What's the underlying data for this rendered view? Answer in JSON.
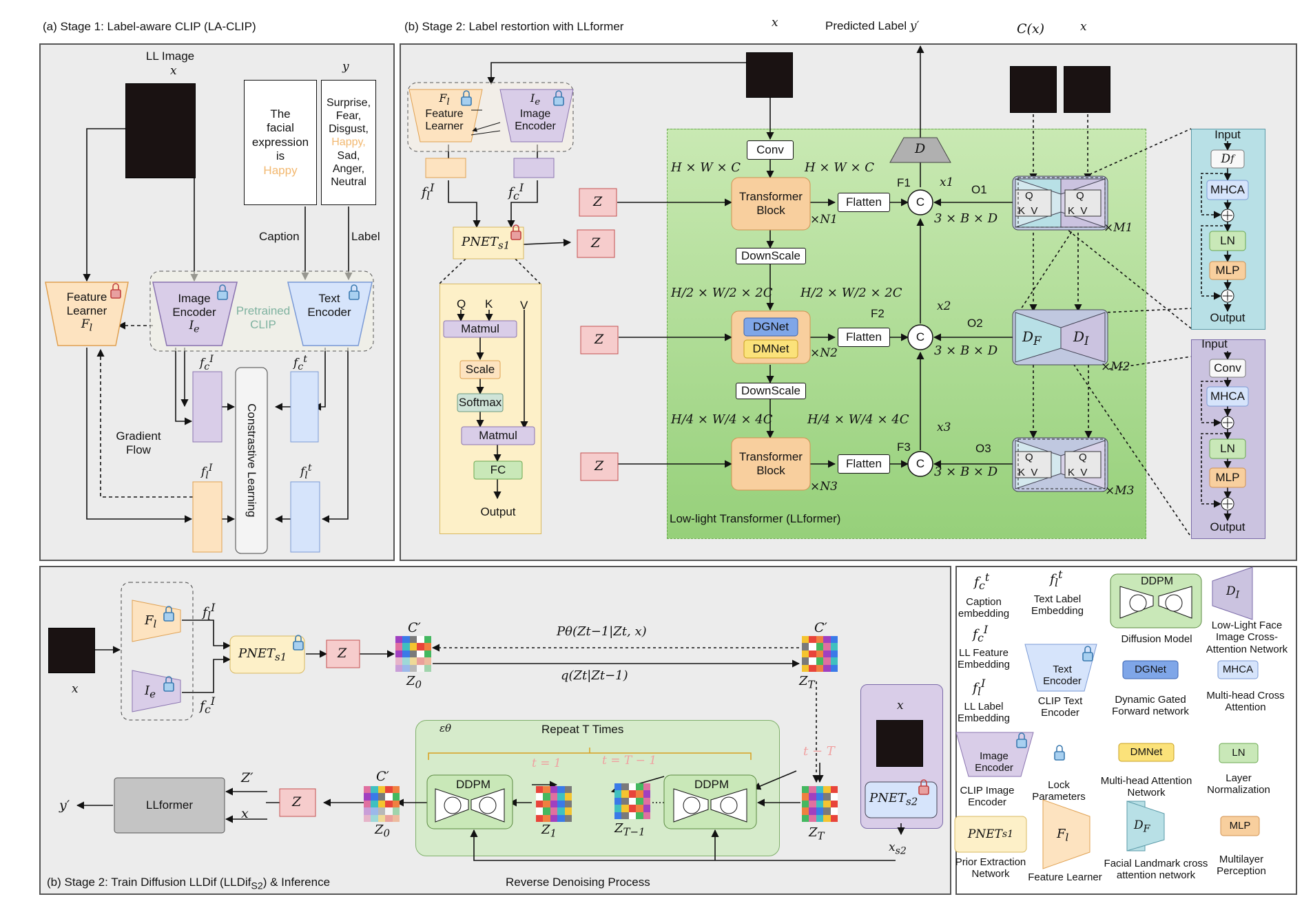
{
  "colors": {
    "feature_orange": "#fde3c0",
    "feature_orange_border": "#e0a050",
    "image_purple": "#d9cde8",
    "image_purple_border": "#8a74b0",
    "text_blue": "#d6e4fb",
    "text_blue_border": "#7a9ad6",
    "pink_z": "#f6cccc",
    "pink_z_border": "#c45050",
    "llformer_green": "#a8d88a",
    "transformer_orange": "#f8cf9e",
    "pnet_yellow": "#fdf0c8",
    "cyan_panel": "#b8e0e6",
    "lavender_panel": "#cbc3e0",
    "happy": "#f2b870",
    "pretrained": "#7fb2a0",
    "timestep": "#f0a0a0"
  },
  "icons": [
    "lock-icon",
    "arrow-icon",
    "concat-circle-icon",
    "plus-circle-icon",
    "hourglass-icon"
  ],
  "panel_a": {
    "title": "(a) Stage 1: Label-aware CLIP (LA-CLIP)",
    "ll_image_label": "LL Image",
    "x": "x",
    "caption_text": [
      "The",
      "facial",
      "expression",
      "is",
      "Happy"
    ],
    "y": "y",
    "label_list": [
      "Surprise,",
      "Fear,",
      "Disgust,",
      "Happy,",
      "Sad,",
      "Anger,",
      "Neutral"
    ],
    "caption_label": "Caption",
    "label_label": "Label",
    "feature_learner": [
      "Feature",
      "Learner",
      "F",
      "l"
    ],
    "image_encoder": [
      "Image",
      "Encoder",
      "I",
      "e"
    ],
    "pretrained_clip": [
      "Pretrained",
      "CLIP"
    ],
    "text_encoder": [
      "Text",
      "Encoder"
    ],
    "fc_I": "f",
    "fc_t": "f",
    "fl_I": "f",
    "fl_t": "f",
    "gradient_flow": [
      "Gradient",
      "Flow"
    ],
    "contrastive": "Constrastive Learning"
  },
  "panel_b": {
    "title": "(b) Stage 2: Label restortion with LLformer",
    "x_top": "x",
    "predicted_label": "Predicted Label",
    "y_prime": "y′",
    "cx": "C(x)",
    "x_right": "x",
    "fl_box": [
      "F",
      "l",
      "Feature",
      "Learner"
    ],
    "ie_box": [
      "I",
      "e",
      "Image",
      "Encoder"
    ],
    "fl_I": "f",
    "fc_I": "f",
    "pnet": "PNET",
    "pnet_sub": "s1",
    "z": "Z",
    "matmul": "Matmul",
    "q": "Q",
    "k": "K",
    "v": "V",
    "scale": "Scale",
    "softmax": "Softmax",
    "matmul2": "Matmul",
    "fc": "FC",
    "output": "Output",
    "conv": "Conv",
    "hwc_left": "H × W × C",
    "hwc_right": "H × W × C",
    "transformer_block": [
      "Transformer",
      "Block"
    ],
    "flatten": "Flatten",
    "concat": "C",
    "F1": "F1",
    "F2": "F2",
    "F3": "F3",
    "x1": "x1",
    "x2": "x2",
    "x3": "x3",
    "O1": "O1",
    "O2": "O2",
    "O3": "O3",
    "bd": "3 × B × D",
    "N1": "×N1",
    "N2": "×N2",
    "N3": "×N3",
    "M1": "×M1",
    "M2": "×M2",
    "M3": "×M3",
    "downscale": "DownScale",
    "h2": "H/2 × W/2 × 2C",
    "h4": "H/4 × W/4 × 4C",
    "dgnet": "DGNet",
    "dmnet": "DMNet",
    "D": "D",
    "DF": "D",
    "DF_sub": "F",
    "DI": "D",
    "DI_sub": "I",
    "llformer_label": "Low-light Transformer (LLformer)",
    "cyan_input": "Input",
    "cyan_df": "D",
    "cyan_df_sub": "f",
    "mhca": "MHCA",
    "ln": "LN",
    "mlp": "MLP",
    "cyan_output": "Output",
    "lav_input": "Input",
    "lav_conv": "Conv",
    "lav_output": "Output"
  },
  "panel_c": {
    "title": "(b) Stage 2: Train Diffusion  LLDif (LLDif",
    "title_sub": "S2",
    "title_end": ") & Inference",
    "x": "x",
    "Fl": "F",
    "Fl_sub": "l",
    "Ie": "I",
    "Ie_sub": "e",
    "flI": "f",
    "fcI": "f",
    "pnet": "PNET",
    "pnet_sub": "s1",
    "z": "Z",
    "c_prime": "C′",
    "z0": "Z",
    "z0_sub": "0",
    "ptheta": "Pθ(Zt−1|Zt, x)",
    "q": "q(Zt|Zt−1)",
    "zT": "Z",
    "zT_sub": "T",
    "eps": "εθ",
    "repeat": "Repeat  T  Times",
    "t1": "t = 1",
    "tT1": "t = T − 1",
    "tT": "t − T",
    "ddpm": "DDPM",
    "z1": "Z",
    "z1_sub": "1",
    "zT1": "Z",
    "zT1_sub": "T−1",
    "llformer": "LLformer",
    "y_prime": "y′",
    "z_prime": "Z′",
    "x_in": "x",
    "reverse": "Reverse Denoising Process",
    "pnet_s2": "PNET",
    "pnet_s2_sub": "s2",
    "x_s2": "x",
    "x_s2_sub": "s2"
  },
  "legend": {
    "fct": "Caption embedding",
    "flt": "Text Label Embedding",
    "ddpm": "DDPM",
    "diffusion": "Diffusion Model",
    "di_label": "Low-Light Face Image Cross-Attention Network",
    "fci": "LL Feature Embedding",
    "text_encoder": [
      "Text",
      "Encoder"
    ],
    "clip_text": "CLIP Text Encoder",
    "dgnet": "DGNet",
    "dgnet_desc": "Dynamic Gated Forward network",
    "mhca": "MHCA",
    "mhca_desc": "Multi-head Cross Attention",
    "fli": "LL Label Embedding",
    "image_encoder": [
      "Image",
      "Encoder"
    ],
    "clip_image": "CLIP Image Encoder",
    "lock": "Lock Parameters",
    "dmnet": "DMNet",
    "dmnet_desc": "Multi-head Attention Network",
    "ln": "LN",
    "ln_desc": "Layer Normalization",
    "pnet": "PNET",
    "pnet_sub": "s1",
    "pnet_desc": "Prior Extraction Network",
    "fl": "F",
    "fl_sub": "l",
    "fl_desc": "Feature Learner",
    "df": "D",
    "df_sub": "F",
    "df_desc": "Facial Landmark cross attention network",
    "mlp": "MLP",
    "mlp_desc": "Multilayer Perception",
    "di": "D",
    "di_sub": "I"
  }
}
